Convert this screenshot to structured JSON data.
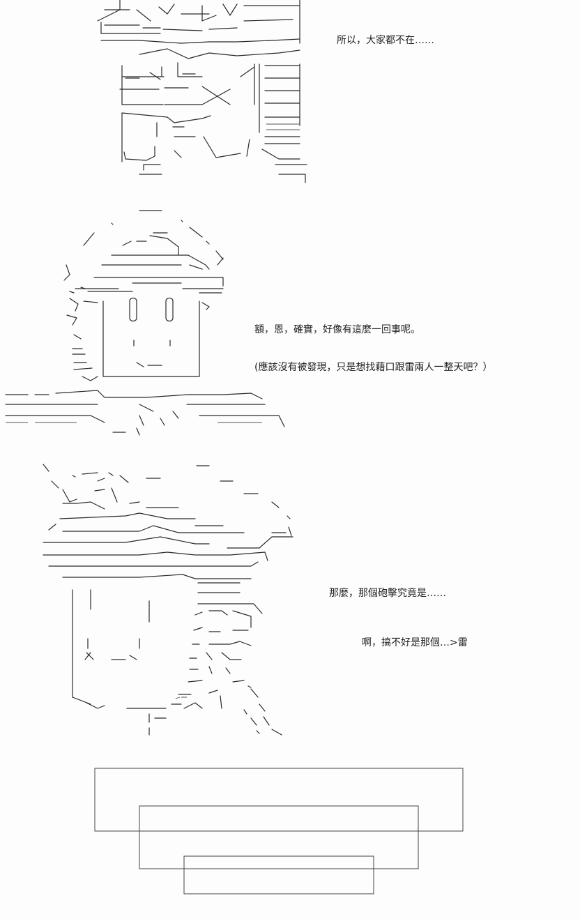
{
  "panels": [
    {
      "id": "panel-1",
      "lines": [
        "所以，大家都不在……"
      ]
    },
    {
      "id": "panel-2",
      "lines": [
        "額，恩，確實，好像有這麼一回事呢。",
        "(應該沒有被發現，只是想找藉口跟雷兩人一整天吧？）"
      ]
    },
    {
      "id": "panel-3",
      "lines": [
        "那麼，那個砲擊究竟是……",
        "啊，搞不好是那個…>雷"
      ]
    }
  ],
  "colors": {
    "background": "#fdfdfd",
    "ink": "#2a2a2a"
  }
}
